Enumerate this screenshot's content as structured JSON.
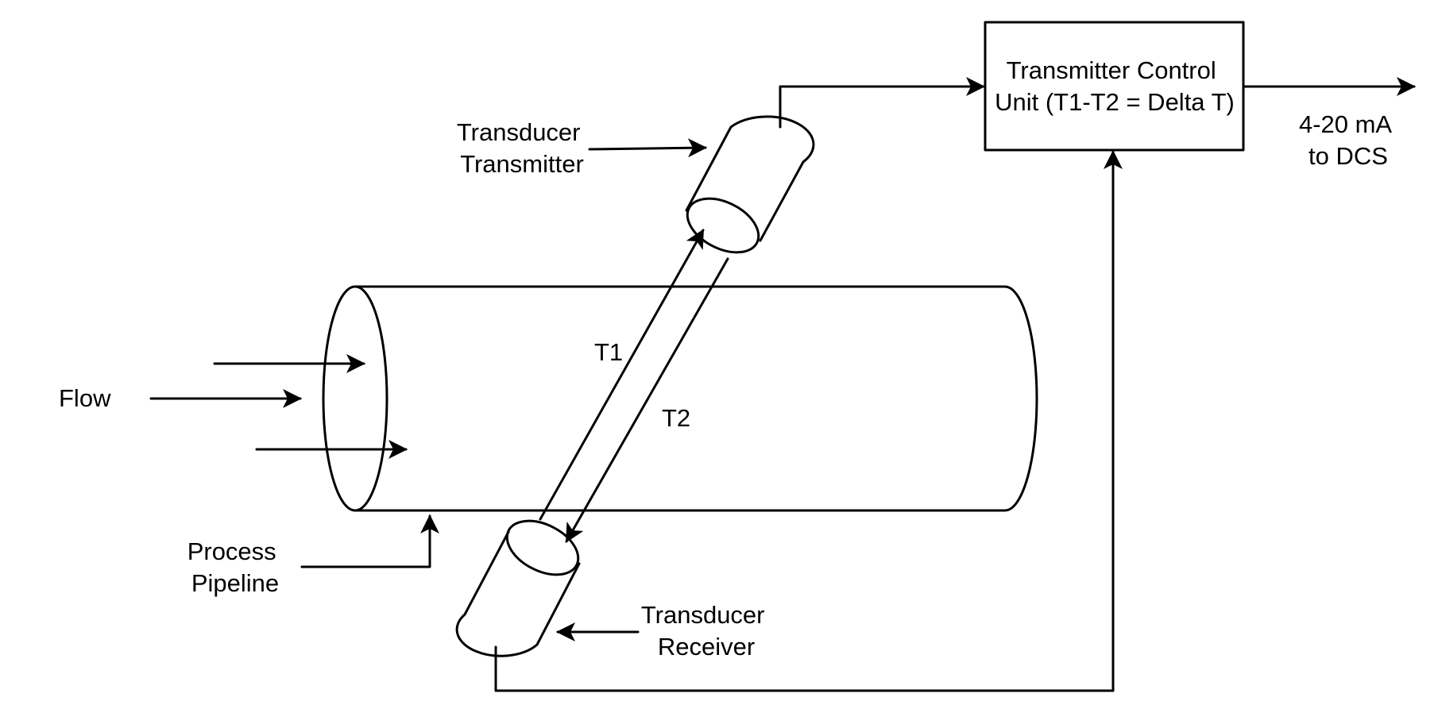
{
  "labels": {
    "flow": "Flow",
    "process_pipeline": [
      "Process",
      "Pipeline"
    ],
    "transducer_transmitter": [
      "Transducer",
      "Transmitter"
    ],
    "transducer_receiver": [
      "Transducer",
      "Receiver"
    ],
    "t1": "T1",
    "t2": "T2",
    "control_unit": [
      "Transmitter Control",
      "Unit (T1-T2 = Delta T)"
    ],
    "output": [
      "4-20 mA",
      "to DCS"
    ]
  },
  "colors": {
    "stroke": "#000000",
    "background": "#ffffff"
  }
}
